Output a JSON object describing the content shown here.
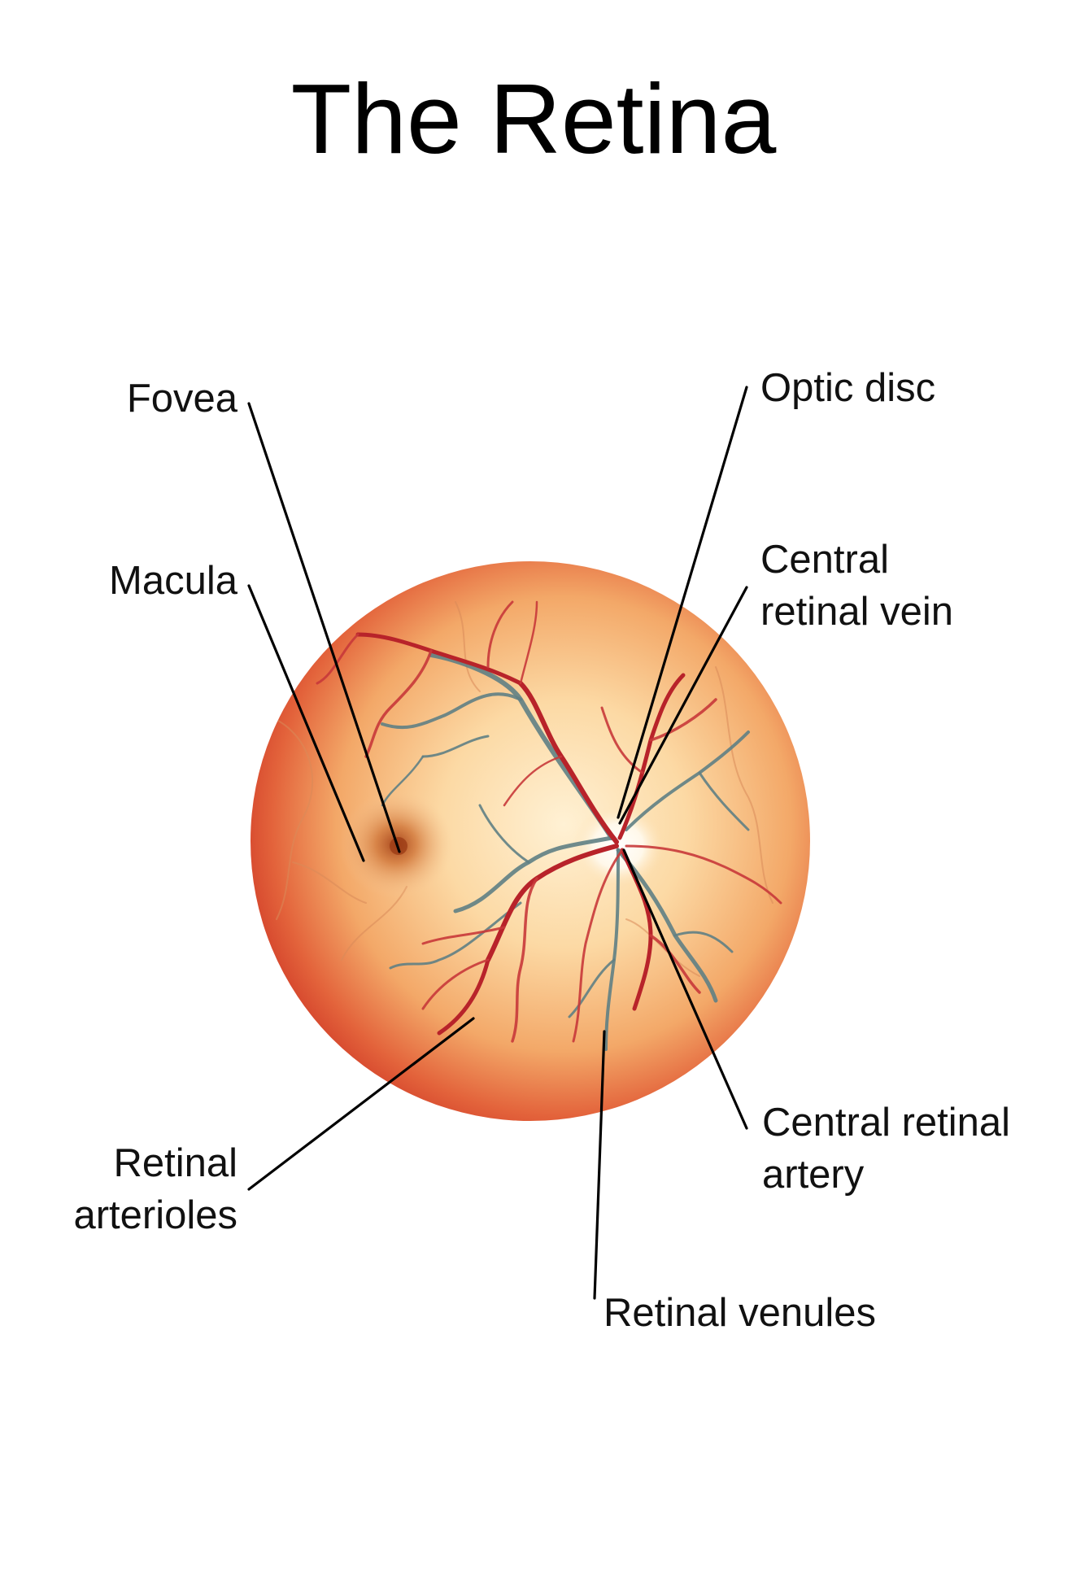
{
  "title": "The Retina",
  "labels": {
    "fovea": "Fovea",
    "macula": "Macula",
    "optic_disc": "Optic disc",
    "central_retinal_vein": [
      "Central",
      "retinal vein"
    ],
    "central_retinal_artery": [
      "Central retinal",
      "artery"
    ],
    "retinal_arterioles": [
      "Retinal",
      "arterioles"
    ],
    "retinal_venules": "Retinal venules"
  },
  "colors": {
    "retina_center": "#fde0b0",
    "retina_edge": "#dc4a2c",
    "artery": "#b8232a",
    "vein": "#5f7f84",
    "macula_spot": "#a8461c"
  }
}
